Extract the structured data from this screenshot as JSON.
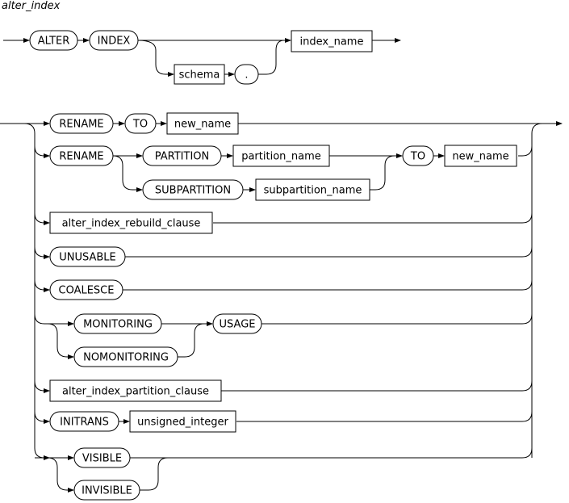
{
  "title": "alter_index",
  "row1": {
    "alter": "ALTER",
    "index": "INDEX",
    "schema": "schema",
    "dot": ".",
    "index_name": "index_name"
  },
  "rename_index": {
    "rename": "RENAME",
    "to": "TO",
    "new_name": "new_name"
  },
  "rename_partition": {
    "rename": "RENAME",
    "partition": "PARTITION",
    "partition_name": "partition_name",
    "subpartition": "SUBPARTITION",
    "subpartition_name": "subpartition_name",
    "to": "TO",
    "new_name": "new_name"
  },
  "rebuild_clause": "alter_index_rebuild_clause",
  "unusable": "UNUSABLE",
  "coalesce": "COALESCE",
  "monitoring": {
    "monitoring": "MONITORING",
    "nomonitoring": "NOMONITORING",
    "usage": "USAGE"
  },
  "partition_clause": "alter_index_partition_clause",
  "initrans": {
    "initrans": "INITRANS",
    "unsigned_integer": "unsigned_integer"
  },
  "visibility": {
    "visible": "VISIBLE",
    "invisible": "INVISIBLE"
  }
}
